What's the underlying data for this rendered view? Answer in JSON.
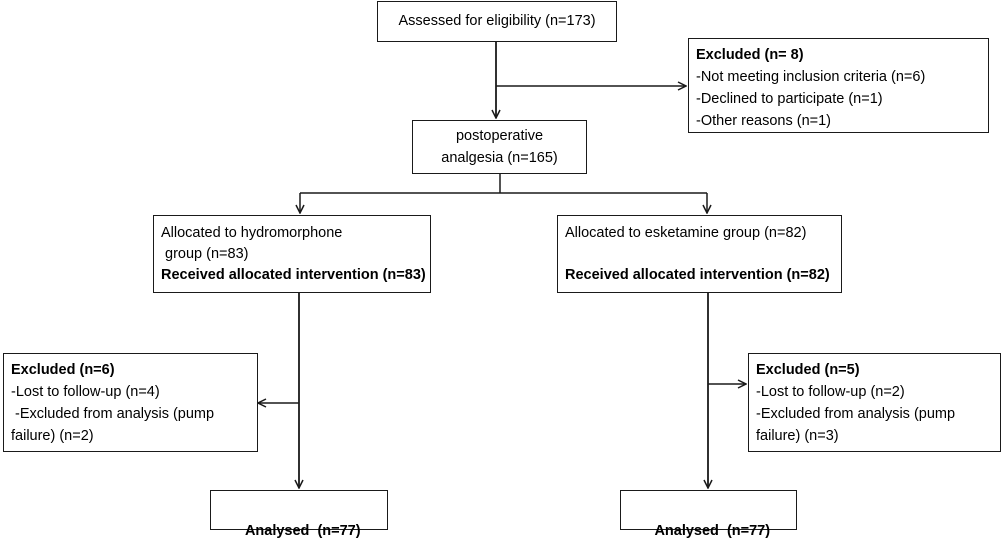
{
  "assessed": "Assessed for eligibility (n=173)",
  "excluded_top": {
    "title": "Excluded  (n= 8)",
    "items": [
      "-Not meeting inclusion criteria (n=6)",
      "-Declined to participate (n=1)",
      "-Other reasons (n=1)"
    ]
  },
  "postop": {
    "line1": "postoperative",
    "line2": "analgesia (n=165)"
  },
  "hydro": {
    "line1": "Allocated to hydromorphone",
    "line2": " group (n=83)",
    "received": "Received allocated intervention (n=83)"
  },
  "esket": {
    "line1": "Allocated to esketamine group (n=82)",
    "received": "Received allocated intervention (n=82)"
  },
  "excluded_left": {
    "title": "Excluded (n=6)",
    "items": [
      "-Lost to follow-up (n=4)",
      " -Excluded from analysis (pump",
      "failure) (n=2)"
    ]
  },
  "excluded_right": {
    "title": "Excluded (n=5)",
    "items": [
      "-Lost to follow-up (n=2)",
      "-Excluded from analysis (pump",
      "failure) (n=3)"
    ]
  },
  "analysed_left": "Analysed  (n=77)",
  "analysed_right": "Analysed  (n=77)"
}
